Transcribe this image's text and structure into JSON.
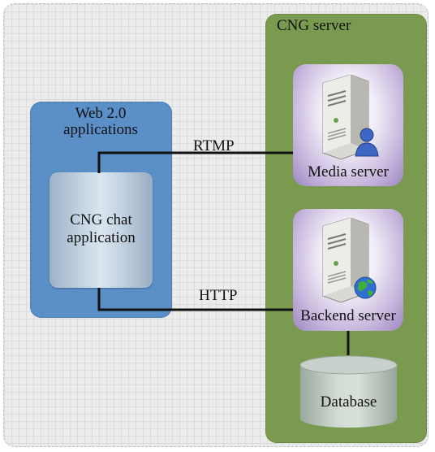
{
  "web_panel": {
    "title": "Web 2.0\napplications",
    "app_label": "CNG chat\napplication"
  },
  "server_panel": {
    "title": "CNG server",
    "media_label": "Media server",
    "backend_label": "Backend server",
    "database_label": "Database"
  },
  "connections": {
    "rtmp": "RTMP",
    "http": "HTTP"
  },
  "colors": {
    "web_panel": "#5a8fc7",
    "server_panel": "#7a9a50",
    "server_box": "#c8b8de",
    "line": "#111111"
  },
  "icons": {
    "media": "server-tower-user-icon",
    "backend": "server-tower-globe-icon",
    "database": "database-cylinder-icon"
  }
}
